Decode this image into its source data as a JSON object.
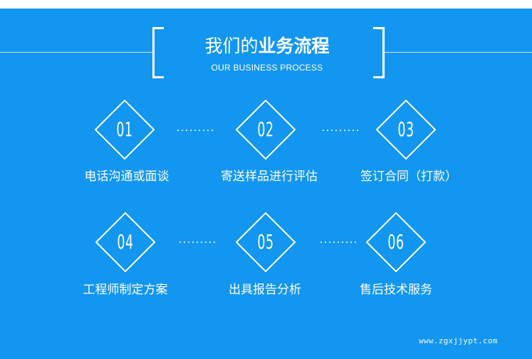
{
  "header": {
    "title_plain": "我们的",
    "title_bold": "业务流程",
    "subtitle": "OUR BUSINESS PROCESS"
  },
  "steps": [
    {
      "number": "01",
      "label": "电话沟通或面谈"
    },
    {
      "number": "02",
      "label": "寄送样品进行评估"
    },
    {
      "number": "03",
      "label": "签订合同（打款）"
    },
    {
      "number": "04",
      "label": "工程师制定方案"
    },
    {
      "number": "05",
      "label": "出具报告分析"
    },
    {
      "number": "06",
      "label": "售后技术服务"
    }
  ],
  "watermark": "www.zgxjjypt.com",
  "colors": {
    "background": "#1296f0",
    "foreground": "#ffffff"
  }
}
